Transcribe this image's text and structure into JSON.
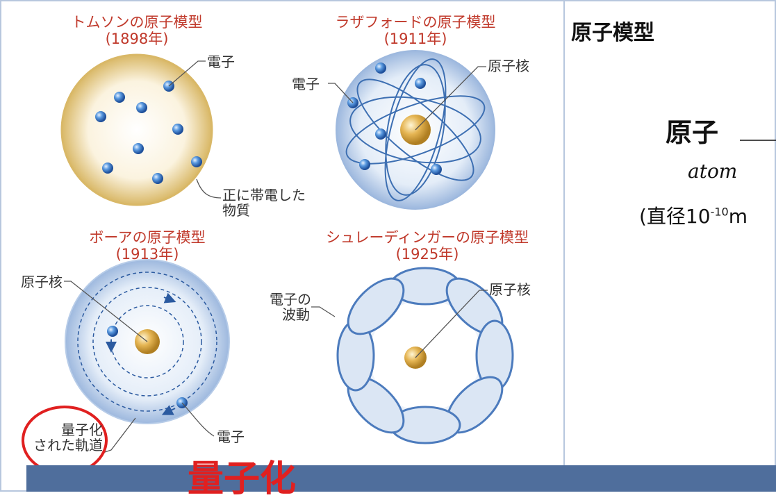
{
  "panels": {
    "thomson": {
      "title_line1": "トムソンの原子模型",
      "title_line2": "(1898年)",
      "electron": "電子",
      "matter_line1": "正に帯電した",
      "matter_line2": "物質"
    },
    "rutherford": {
      "title_line1": "ラザフォードの原子模型",
      "title_line2": "(1911年)",
      "electron": "電子",
      "nucleus": "原子核"
    },
    "bohr": {
      "title_line1": "ボーアの原子模型",
      "title_line2": "(1913年)",
      "nucleus": "原子核",
      "electron": "電子",
      "orbit_line1": "量子化",
      "orbit_line2": "された軌道"
    },
    "schrodinger": {
      "title_line1": "シュレーディンガーの原子模型",
      "title_line2": "(1925年)",
      "wave_line1": "電子の",
      "wave_line2": "波動",
      "nucleus": "原子核"
    }
  },
  "right": {
    "title": "原子模型",
    "term": "原子",
    "term_en": "atom",
    "size_prefix": "(直径10",
    "size_exp": "-10",
    "size_suffix": "m"
  },
  "overlay": {
    "quantized": "量子化"
  },
  "colors": {
    "frame": "#8fa6c4",
    "electron": "#3a78c8",
    "nucleus": "#d8a846",
    "annotation_red": "#e02020",
    "bar": "#4f6e9c",
    "caption": "#c0392b"
  }
}
